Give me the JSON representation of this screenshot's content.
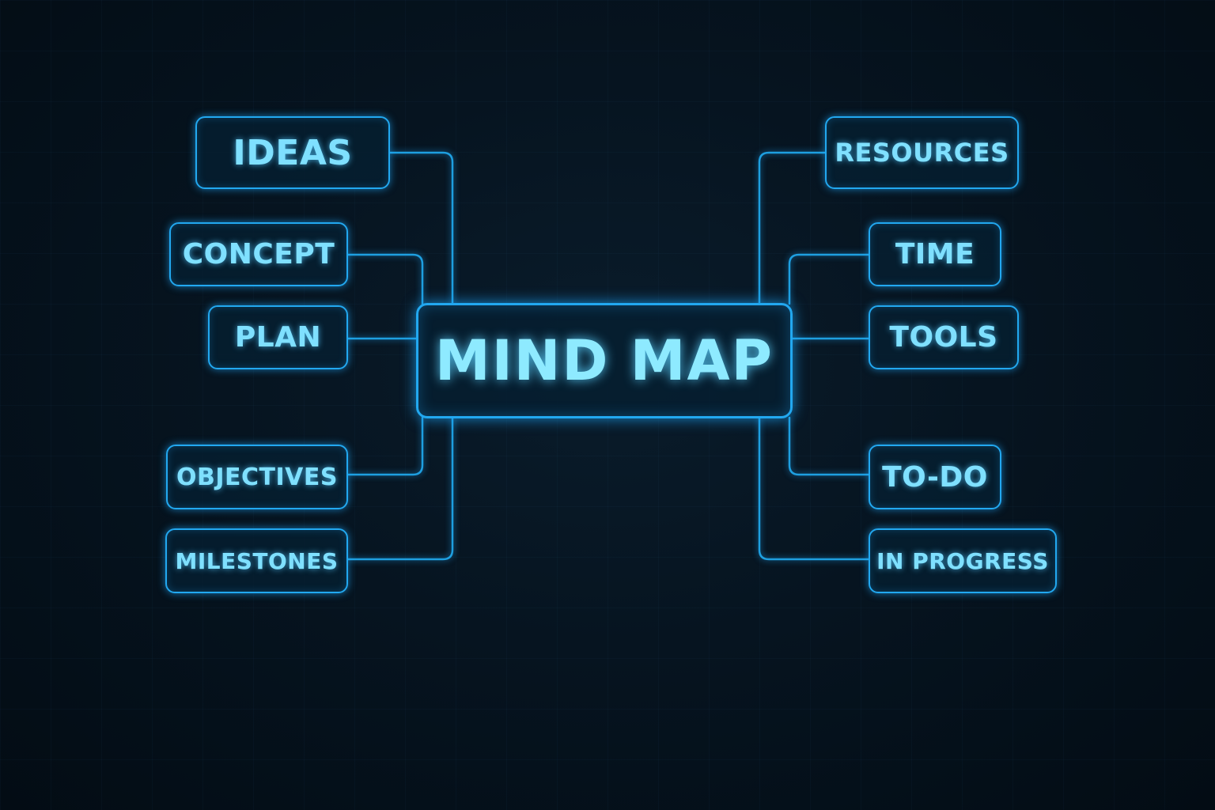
{
  "mind_map": {
    "center_label": "MIND MAP",
    "left_branches": [
      "IDEAS",
      "CONCEPT",
      "PLAN",
      "OBJECTIVES",
      "MILESTONES"
    ],
    "right_branches": [
      "RESOURCES",
      "TIME",
      "TOOLS",
      "TO-DO",
      "IN PROGRESS"
    ]
  },
  "colors": {
    "background": "#04101a",
    "accent": "#22a8f0",
    "text": "#7fe0ff"
  }
}
